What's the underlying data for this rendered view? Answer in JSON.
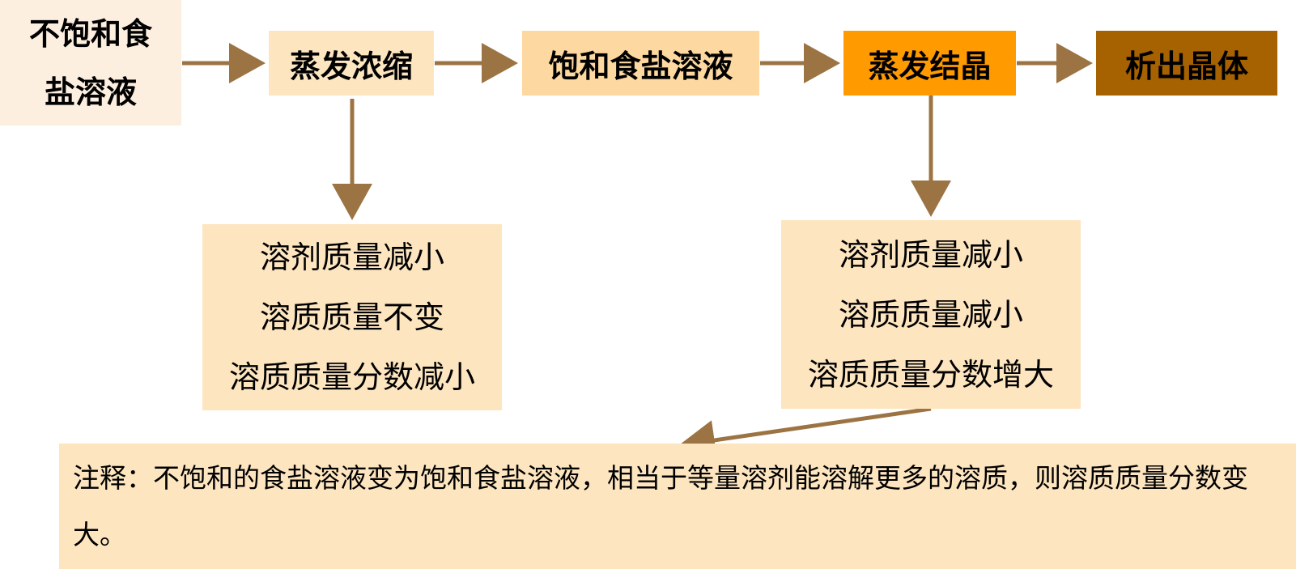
{
  "nodes": {
    "start": {
      "lines": [
        "不饱和食",
        "盐溶液"
      ]
    },
    "evap_concentrate": {
      "label": "蒸发浓缩"
    },
    "saturated": {
      "label": "饱和食盐溶液"
    },
    "evap_crystallize": {
      "label": "蒸发结晶"
    },
    "crystal": {
      "label": "析出晶体"
    }
  },
  "results": {
    "left": {
      "lines": [
        "溶剂质量减小",
        "溶质质量不变",
        "溶质质量分数减小"
      ]
    },
    "right": {
      "lines": [
        "溶剂质量减小",
        "溶质质量减小",
        "溶质质量分数增大"
      ]
    }
  },
  "note": {
    "text": "注释：不饱和的食盐溶液变为饱和食盐溶液，相当于等量溶剂能溶解更多的溶质，则溶质质量分数变大。"
  },
  "colors": {
    "arrow": "#9c7443",
    "start_fill": "#fdefdf",
    "light_fill": "#fde5c0",
    "mid_fill": "#fdd8a0",
    "orange_fill": "#ff9a00",
    "brown_fill": "#a66100"
  }
}
